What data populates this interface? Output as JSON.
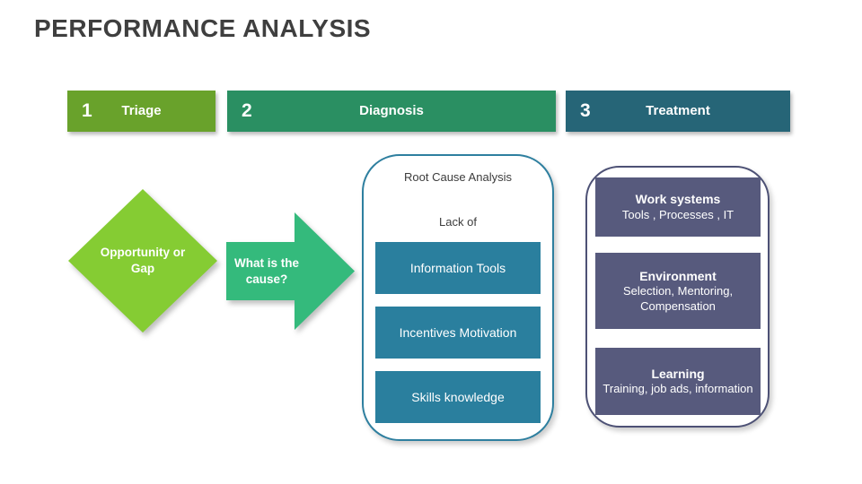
{
  "slide": {
    "title": "PERFORMANCE ANALYSIS",
    "colors": {
      "title_text": "#3f3f3f",
      "step1_bg": "#69a22b",
      "step2_bg": "#2a8f62",
      "step3_bg": "#266577",
      "diamond_bg": "#85cc33",
      "arrow_bg": "#34ba7c",
      "cause_panel_border": "#2e7f9f",
      "cause_box_bg": "#2a7f9e",
      "treatment_panel_border": "#4d5175",
      "treatment_box_bg": "#575a7d"
    },
    "steps": [
      {
        "number": "1",
        "label": "Triage"
      },
      {
        "number": "2",
        "label": "Diagnosis"
      },
      {
        "number": "3",
        "label": "Treatment"
      }
    ],
    "triage": {
      "diamond_label": "Opportunity or Gap"
    },
    "diagnosis": {
      "arrow_label": "What is the cause?",
      "panel_title": "Root Cause Analysis",
      "panel_subtitle": "Lack of",
      "causes": [
        {
          "label": "Information Tools"
        },
        {
          "label": "Incentives Motivation"
        },
        {
          "label": "Skills knowledge"
        }
      ]
    },
    "treatment": {
      "boxes": [
        {
          "title": "Work systems",
          "detail": "Tools , Processes , IT"
        },
        {
          "title": "Environment",
          "detail": "Selection, Mentoring, Compensation"
        },
        {
          "title": "Learning",
          "detail": "Training, job ads, information"
        }
      ]
    }
  }
}
